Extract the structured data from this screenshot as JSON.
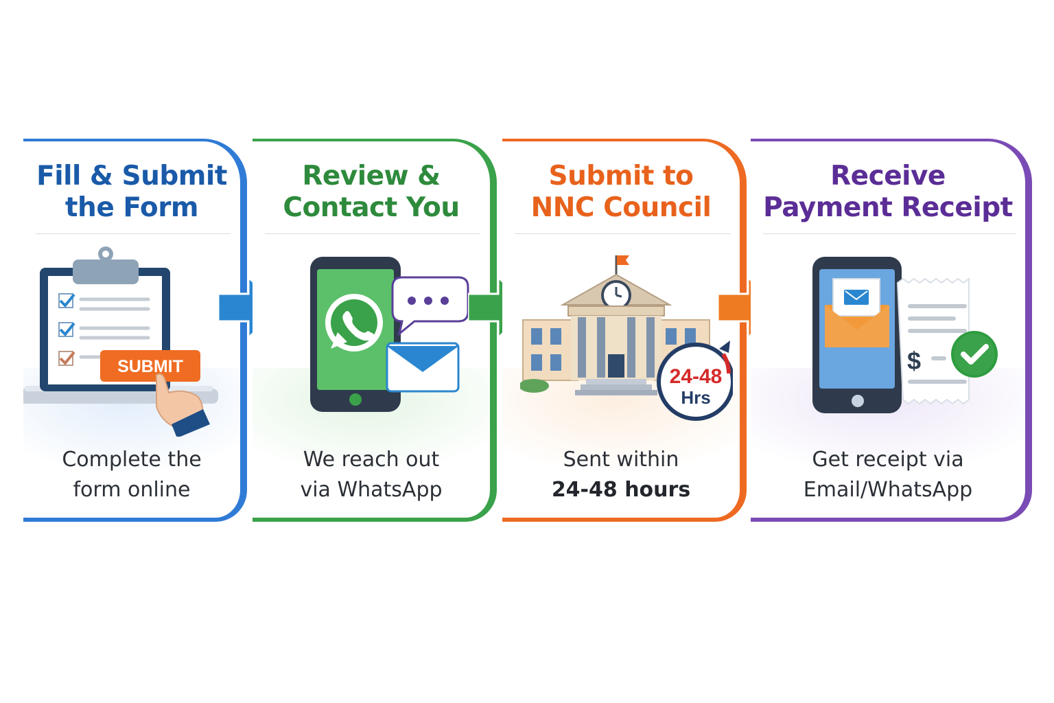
{
  "steps": [
    {
      "title_line1": "Fill & Submit",
      "title_line2": "the Form",
      "desc_line1": "Complete the",
      "desc_line2": "form online",
      "button_label": "SUBMIT",
      "accent": "#2f7bd6",
      "title_color": "#1a5aa8",
      "icon": "clipboard-laptop-icon"
    },
    {
      "title_line1": "Review &",
      "title_line2": "Contact You",
      "desc_line1": "We reach out",
      "desc_line2": "via WhatsApp",
      "accent": "#3aa24a",
      "title_color": "#2e8a3c",
      "icon": "whatsapp-phone-icon"
    },
    {
      "title_line1": "Submit to",
      "title_line2": "NNC Council",
      "desc_line1": "Sent within",
      "desc_line2": "24-48 hours",
      "badge_line1": "24-48",
      "badge_line2": "Hrs",
      "accent": "#ee6a22",
      "title_color": "#e8621c",
      "icon": "council-building-icon"
    },
    {
      "title_line1": "Receive",
      "title_line2": "Payment Receipt",
      "desc_line1": "Get receipt via",
      "desc_line2": "Email/WhatsApp",
      "receipt_symbol": "$",
      "accent": "#7a4bb5",
      "title_color": "#5b2d96",
      "icon": "phone-receipt-icon"
    }
  ],
  "arrow_colors": [
    "#2a86d0",
    "#3aa24a",
    "#ee7a22"
  ]
}
